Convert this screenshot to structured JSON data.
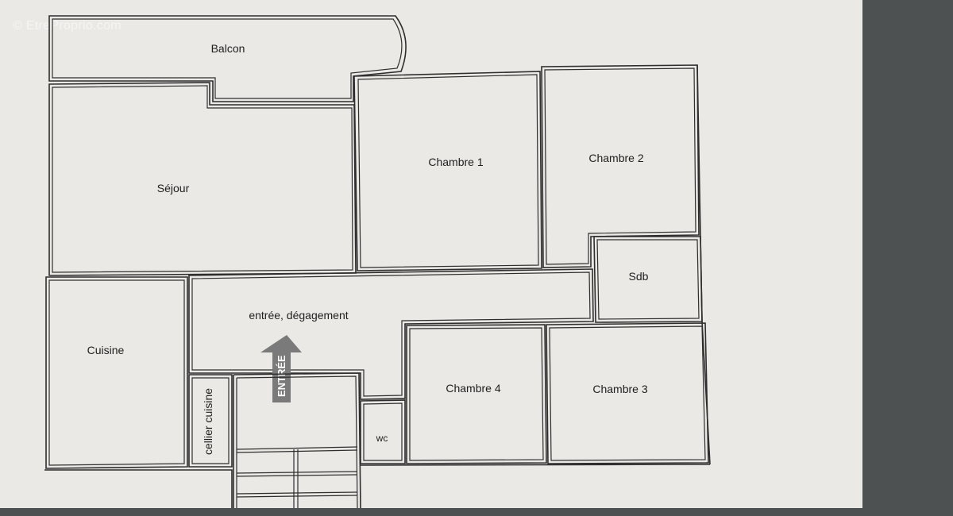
{
  "watermark": "© EtreProprio.com",
  "rooms": {
    "balcon": "Balcon",
    "sejour": "Séjour",
    "chambre1": "Chambre 1",
    "chambre2": "Chambre 2",
    "sdb": "Sdb",
    "entree": "entrée, dégagement",
    "cuisine": "Cuisine",
    "cellier": "cellier cuisine",
    "chambre4": "Chambre 4",
    "chambre3": "Chambre 3",
    "wc": "wc"
  },
  "entry_arrow": {
    "label": "ENTRÉE",
    "direction": "up",
    "color": "#7a7a7a"
  },
  "colors": {
    "paper": "#ebe9e6",
    "wall": "#2e2e2e",
    "monitor_bezel": "#4d5152"
  }
}
